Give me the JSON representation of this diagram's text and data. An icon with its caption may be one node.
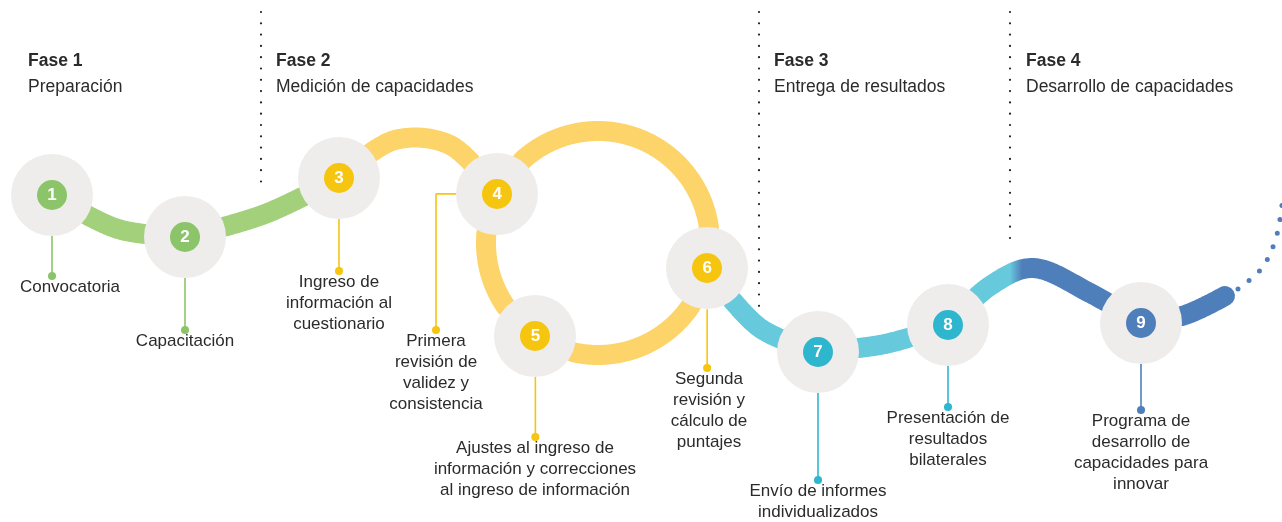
{
  "diagram": {
    "nodes": [
      {
        "text": [
          "1"
        ]
      },
      {
        "text": [
          "2"
        ]
      },
      {
        "text": [
          "3"
        ]
      },
      {
        "text": [
          "4"
        ]
      },
      {
        "text": [
          "5"
        ]
      },
      {
        "text": [
          "6"
        ]
      },
      {
        "text": [
          "7"
        ]
      },
      {
        "text": [
          "8"
        ]
      },
      {
        "text": [
          "9"
        ]
      },
      {
        "text": [
          "Convocatoria"
        ]
      },
      {
        "text": [
          "Capacitación"
        ]
      },
      {
        "text": [
          "Ingreso de información al cuestionario"
        ]
      },
      {
        "text": [
          "Primera revisión de validez y consistencia"
        ]
      },
      {
        "text": [
          "Ajustes al ingreso de información y correcciones al ingreso de información"
        ]
      },
      {
        "text": [
          "Segunda revisión y cálculo de puntajes"
        ]
      },
      {
        "text": [
          "Envío de informes individualizados"
        ]
      },
      {
        "text": [
          "Presentación de resultados bilaterales"
        ]
      },
      {
        "text": [
          "Programa de desarrollo de capacidades para innovar"
        ]
      }
    ],
    "edges": [
      {
        "from": 0,
        "to": 1,
        "arrow": "none",
        "style": "thick",
        "color": "#a3d17b"
      },
      {
        "from": 1,
        "to": 2,
        "arrow": "none",
        "style": "thick",
        "color": "#a3d17b"
      },
      {
        "from": 2,
        "to": 3,
        "arrow": "none",
        "style": "thick",
        "color": "#fdd46a"
      },
      {
        "from": 3,
        "to": 4,
        "arrow": "none",
        "style": "thick",
        "color": "#fdd46a"
      },
      {
        "from": 4,
        "to": 5,
        "arrow": "none",
        "style": "thick",
        "color": "#fdd46a"
      },
      {
        "from": 5,
        "to": 3,
        "arrow": "none",
        "style": "thick",
        "color": "#fdd46a"
      },
      {
        "from": 5,
        "to": 6,
        "arrow": "none",
        "style": "thick",
        "color": "#67c9dc"
      },
      {
        "from": 6,
        "to": 7,
        "arrow": "none",
        "style": "thick",
        "color": "#67c9dc"
      },
      {
        "from": 7,
        "to": 8,
        "arrow": "none",
        "style": "thick",
        "color": "#4f7fba"
      },
      {
        "from": 8,
        "to": null,
        "arrow": "none",
        "style": "thick",
        "color": "#4f7fba"
      },
      {
        "from": 0,
        "to": 9,
        "arrow": "other",
        "color": "#8cc46a"
      },
      {
        "from": 1,
        "to": 10,
        "arrow": "other",
        "color": "#8cc46a"
      },
      {
        "from": 2,
        "to": 11,
        "arrow": "other",
        "color": "#f6c510"
      },
      {
        "from": 3,
        "to": 12,
        "arrow": "other",
        "color": "#f6c510"
      },
      {
        "from": 4,
        "to": 13,
        "arrow": "other",
        "color": "#f6c510"
      },
      {
        "from": 5,
        "to": 14,
        "arrow": "other",
        "color": "#f6c510"
      },
      {
        "from": 6,
        "to": 15,
        "arrow": "other",
        "color": "#2fb6cf"
      },
      {
        "from": 7,
        "to": 16,
        "arrow": "other",
        "color": "#2fb6cf"
      },
      {
        "from": 8,
        "to": 17,
        "arrow": "other",
        "color": "#4f7fba"
      }
    ],
    "labels": [
      "Fase 1",
      "Preparación",
      "Fase 2",
      "Medición de capacidades",
      "Fase 3",
      "Entrega de resultados",
      "Fase 4",
      "Desarrollo de capacidades"
    ]
  }
}
